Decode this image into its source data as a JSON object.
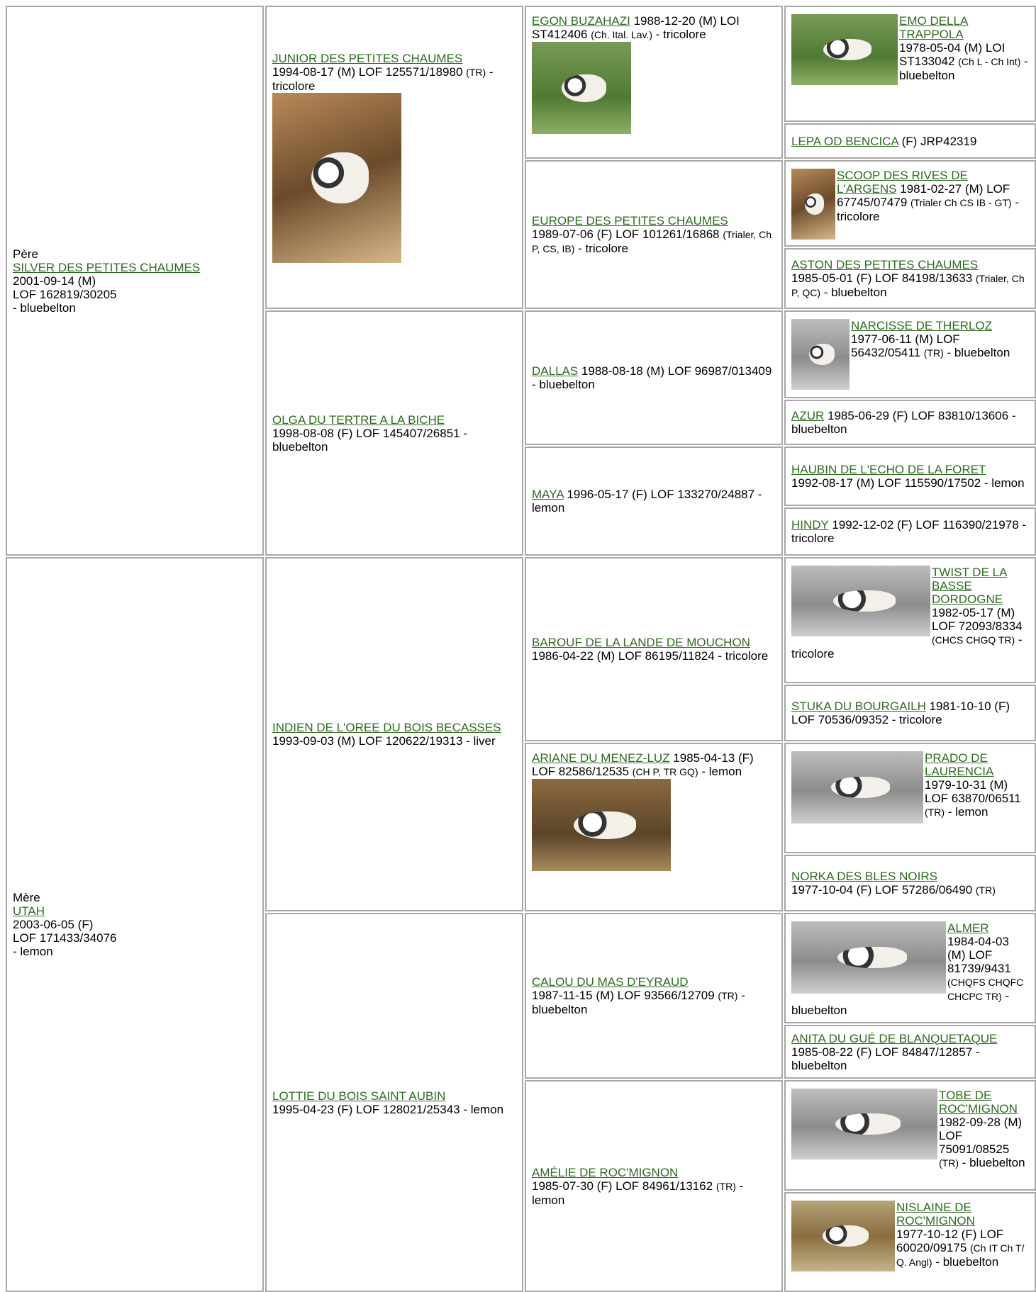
{
  "cells": [
    {
      "key": "pere",
      "role": "Père",
      "name": "SILVER DES PETITES CHAUMES",
      "pre": "",
      "info": "2001-09-14 (M)\nLOF 162819/30205\n- bluebelton",
      "small": "",
      "post": ""
    },
    {
      "key": "mere",
      "role": "Mère",
      "name": "UTAH",
      "pre": "",
      "info": "2003-06-05 (F)\nLOF 171433/34076\n- lemon",
      "small": "",
      "post": ""
    },
    {
      "key": "junior",
      "role": "",
      "name": "JUNIOR DES PETITES CHAUMES",
      "info": "1994-08-17 (M) LOF 125571/18980 ",
      "small": "(TR)",
      "post": " - tricolore"
    },
    {
      "key": "olga",
      "role": "",
      "name": "OLGA DU TERTRE A LA BICHE",
      "info": "1998-08-08 (F) LOF 145407/26851 - bluebelton",
      "small": "",
      "post": ""
    },
    {
      "key": "indien",
      "role": "",
      "name": "INDIEN DE L'OREE DU BOIS BECASSES",
      "info": " 1993-09-03 (M) LOF 120622/19313 - liver",
      "small": "",
      "post": ""
    },
    {
      "key": "lottie",
      "role": "",
      "name": "LOTTIE DU BOIS SAINT AUBIN",
      "info": "1995-04-23 (F) LOF 128021/25343 - lemon",
      "small": "",
      "post": ""
    },
    {
      "key": "egon",
      "name": "EGON BUZAHAZI",
      "info": " 1988-12-20 (M) LOI ST412406 ",
      "small": "(Ch. Ital. Lav.)",
      "post": " - tricolore"
    },
    {
      "key": "europe",
      "name": "EUROPE DES PETITES CHAUMES",
      "info": "1989-07-06 (F) LOF 101261/16868 ",
      "small": "(Trialer, Ch P, CS, IB)",
      "post": " - tricolore"
    },
    {
      "key": "dallas",
      "name": "DALLAS",
      "info": " 1988-08-18 (M) LOF 96987/013409 - bluebelton",
      "small": "",
      "post": ""
    },
    {
      "key": "maya",
      "name": "MAYA",
      "info": " 1996-05-17 (F) LOF 133270/24887 - lemon",
      "small": "",
      "post": ""
    },
    {
      "key": "barouf",
      "name": "BAROUF DE LA LANDE DE MOUCHON",
      "info": " 1986-04-22 (M) LOF 86195/11824 - tricolore",
      "small": "",
      "post": ""
    },
    {
      "key": "ariane",
      "name": "ARIANE DU MENEZ-LUZ",
      "info": " 1985-04-13 (F) LOF 82586/12535 ",
      "small": "(CH P, TR GQ)",
      "post": " - lemon"
    },
    {
      "key": "calou",
      "name": "CALOU DU MAS D'EYRAUD",
      "info": "1987-11-15 (M) LOF 93566/12709 ",
      "small": "(TR)",
      "post": " - bluebelton"
    },
    {
      "key": "amelie",
      "name": "AMÉLIE DE ROC'MIGNON",
      "info": "1985-07-30 (F) LOF 84961/13162 ",
      "small": "(TR)",
      "post": " - lemon"
    },
    {
      "key": "emo",
      "name": "EMO DELLA TRAPPOLA",
      "info": "1978-05-04 (M) LOI ST133042 ",
      "small": "(Ch L - Ch Int)",
      "post": " - bluebelton"
    },
    {
      "key": "lepa",
      "name": "LEPA OD BENCICA",
      "info": " (F) JRP42319",
      "small": "",
      "post": ""
    },
    {
      "key": "scoop",
      "name": "SCOOP DES RIVES DE L'ARGENS",
      "info": " 1981-02-27 (M) LOF 67745/07479 ",
      "small": "(Trialer Ch CS IB - GT)",
      "post": " - tricolore"
    },
    {
      "key": "aston",
      "name": "ASTON DES PETITES CHAUMES",
      "info": "1985-05-01 (F) LOF 84198/13633 ",
      "small": "(Trialer, Ch P, QC)",
      "post": " - bluebelton"
    },
    {
      "key": "narcisse",
      "name": "NARCISSE DE THERLOZ",
      "info": "1977-06-11 (M) LOF 56432/05411 ",
      "small": "(TR)",
      "post": " - bluebelton"
    },
    {
      "key": "azur",
      "name": "AZUR",
      "info": " 1985-06-29 (F) LOF 83810/13606 - bluebelton",
      "small": "",
      "post": ""
    },
    {
      "key": "haubin",
      "name": "HAUBIN DE L'ECHO DE LA FORET",
      "info": "1992-08-17 (M) LOF 115590/17502 - lemon",
      "small": "",
      "post": ""
    },
    {
      "key": "hindy",
      "name": "HINDY",
      "info": " 1992-12-02 (F) LOF 116390/21978 - tricolore",
      "small": "",
      "post": ""
    },
    {
      "key": "twist",
      "name": "TWIST DE LA BASSE DORDOGNE",
      "info": "1982-05-17 (M) LOF 72093/8334 ",
      "small": "(CHCS CHGQ TR)",
      "post": " - tricolore"
    },
    {
      "key": "stuka",
      "name": "STUKA DU BOURGAILH",
      "info": " 1981-10-10 (F) LOF 70536/09352 - tricolore",
      "small": "",
      "post": ""
    },
    {
      "key": "prado",
      "name": "PRADO DE LAURENCIA",
      "info": "1979-10-31 (M) LOF 63870/06511 ",
      "small": "(TR)",
      "post": " - lemon"
    },
    {
      "key": "norka",
      "name": "NORKA DES BLES NOIRS",
      "info": "1977-10-04 (F) LOF 57286/06490 ",
      "small": "(TR)",
      "post": ""
    },
    {
      "key": "almer",
      "name": "ALMER",
      "info": "1984-04-03 (M) LOF 81739/9431 ",
      "small": "(CHQFS CHQFC CHCPC TR)",
      "post": " - bluebelton"
    },
    {
      "key": "anita",
      "name": "ANITA DU GUÉ DE BLANQUETAQUE",
      "info": " 1985-08-22 (F) LOF 84847/12857 - bluebelton",
      "small": "",
      "post": ""
    },
    {
      "key": "tobe",
      "name": "TOBE DE ROC'MIGNON",
      "info": "1982-09-28 (M) LOF 75091/08525 ",
      "small": "(TR)",
      "post": " - bluebelton"
    },
    {
      "key": "nislaine",
      "name": "NISLAINE DE ROC'MIGNON",
      "info": "1977-10-12 (F) LOF 60020/09175 ",
      "small": "(Ch IT Ch T/ Q. Angl)",
      "post": " - bluebelton"
    }
  ]
}
